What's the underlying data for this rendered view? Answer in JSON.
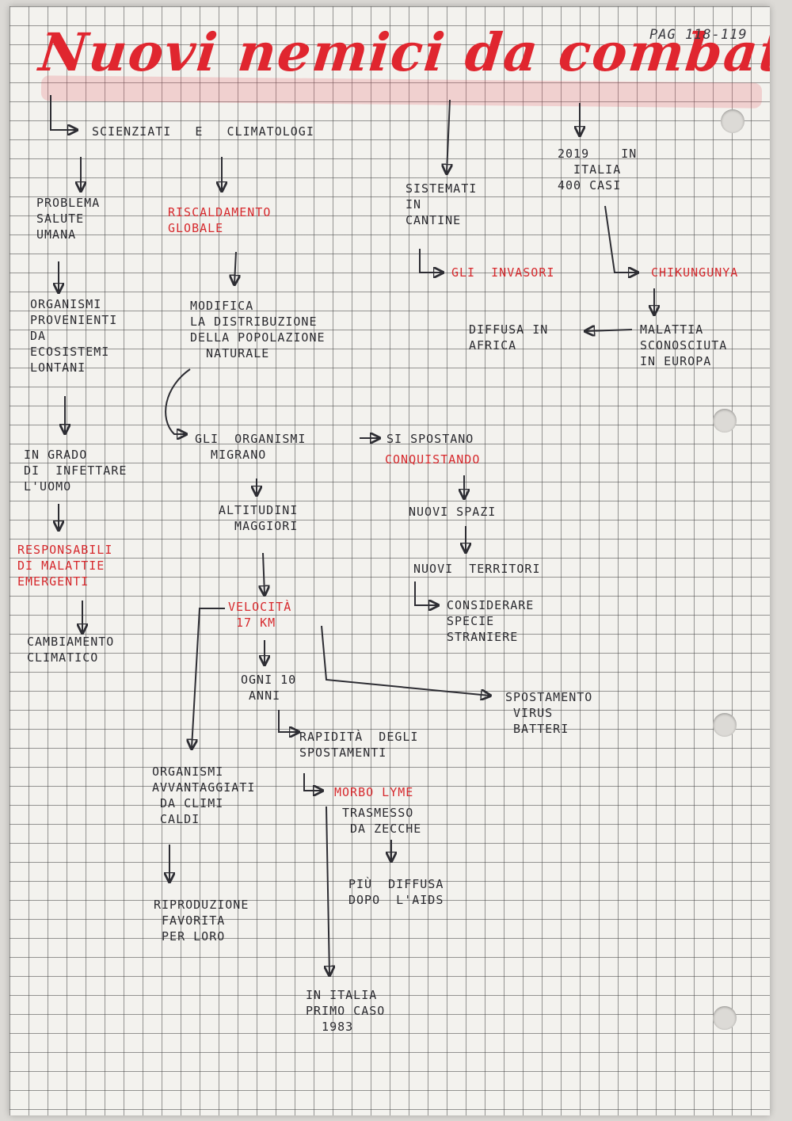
{
  "page_ref": "PAG 118-119",
  "title": "Nuovi nemici da combattere",
  "notes": {
    "scienziati": "SCIENZIATI   E   CLIMATOLOGI",
    "problema": "PROBLEMA\nSALUTE\nUMANA",
    "riscaldamento": "RISCALDAMENTO\nGLOBALE",
    "sistemati": "SISTEMATI\nIN\nCANTINE",
    "italia_2019": "2019    IN\n  ITALIA\n400 CASI",
    "organismi_provenienti": "ORGANISMI\nPROVENIENTI\nDA\nECOSISTEMI\nLONTANI",
    "modifica": "MODIFICA\nLA DISTRIBUZIONE\nDELLA POPOLAZIONE\n  NATURALE",
    "invasori": "GLI  INVASORI",
    "chikungunya": "CHIKUNGUNYA",
    "diffusa_africa": "DIFFUSA IN\nAFRICA",
    "malattia_sconosciuta": "MALATTIA\nSCONOSCIUTA\nIN EUROPA",
    "infettare": "IN GRADO\nDI  INFETTARE\nL'UOMO",
    "organismi_migrano": "GLI  ORGANISMI\n  MIGRANO",
    "si_spostano": "SI SPOSTANO",
    "conquistando": "CONQUISTANDO",
    "nuovi_spazi": "NUOVI SPAZI",
    "nuovi_territori": "NUOVI  TERRITORI",
    "considerare": "CONSIDERARE\nSPECIE\nSTRANIERE",
    "altitudini": "ALTITUDINI\n  MAGGIORI",
    "responsabili": "RESPONSABILI\nDI MALATTIE\nEMERGENTI",
    "velocita": "VELOCITÀ\n 17 km",
    "cambiamento": "CAMBIAMENTO\nCLIMATICO",
    "ogni_10_anni": "OGNI 10\n ANNI",
    "spostamento_virus": "SPOSTAMENTO\n VIRUS\n BATTERI",
    "rapidita": "RAPIDITÀ  DEGLI\nSPOSTAMENTI",
    "organismi_avvantaggiati": "ORGANISMI\nAVVANTAGGIATI\n DA CLIMI\n CALDI",
    "morbo_lyme": "MORBO LYME",
    "trasmesso": "TRASMESSO\n DA ZECCHE",
    "piu_diffusa": "PIÙ  DIFFUSA\nDOPO  L'AIDS",
    "riproduzione": "RIPRODUZIONE\n FAVORITA\n PER LORO",
    "primo_caso": "IN ITALIA\nPRIMO CASO\n  1983"
  }
}
